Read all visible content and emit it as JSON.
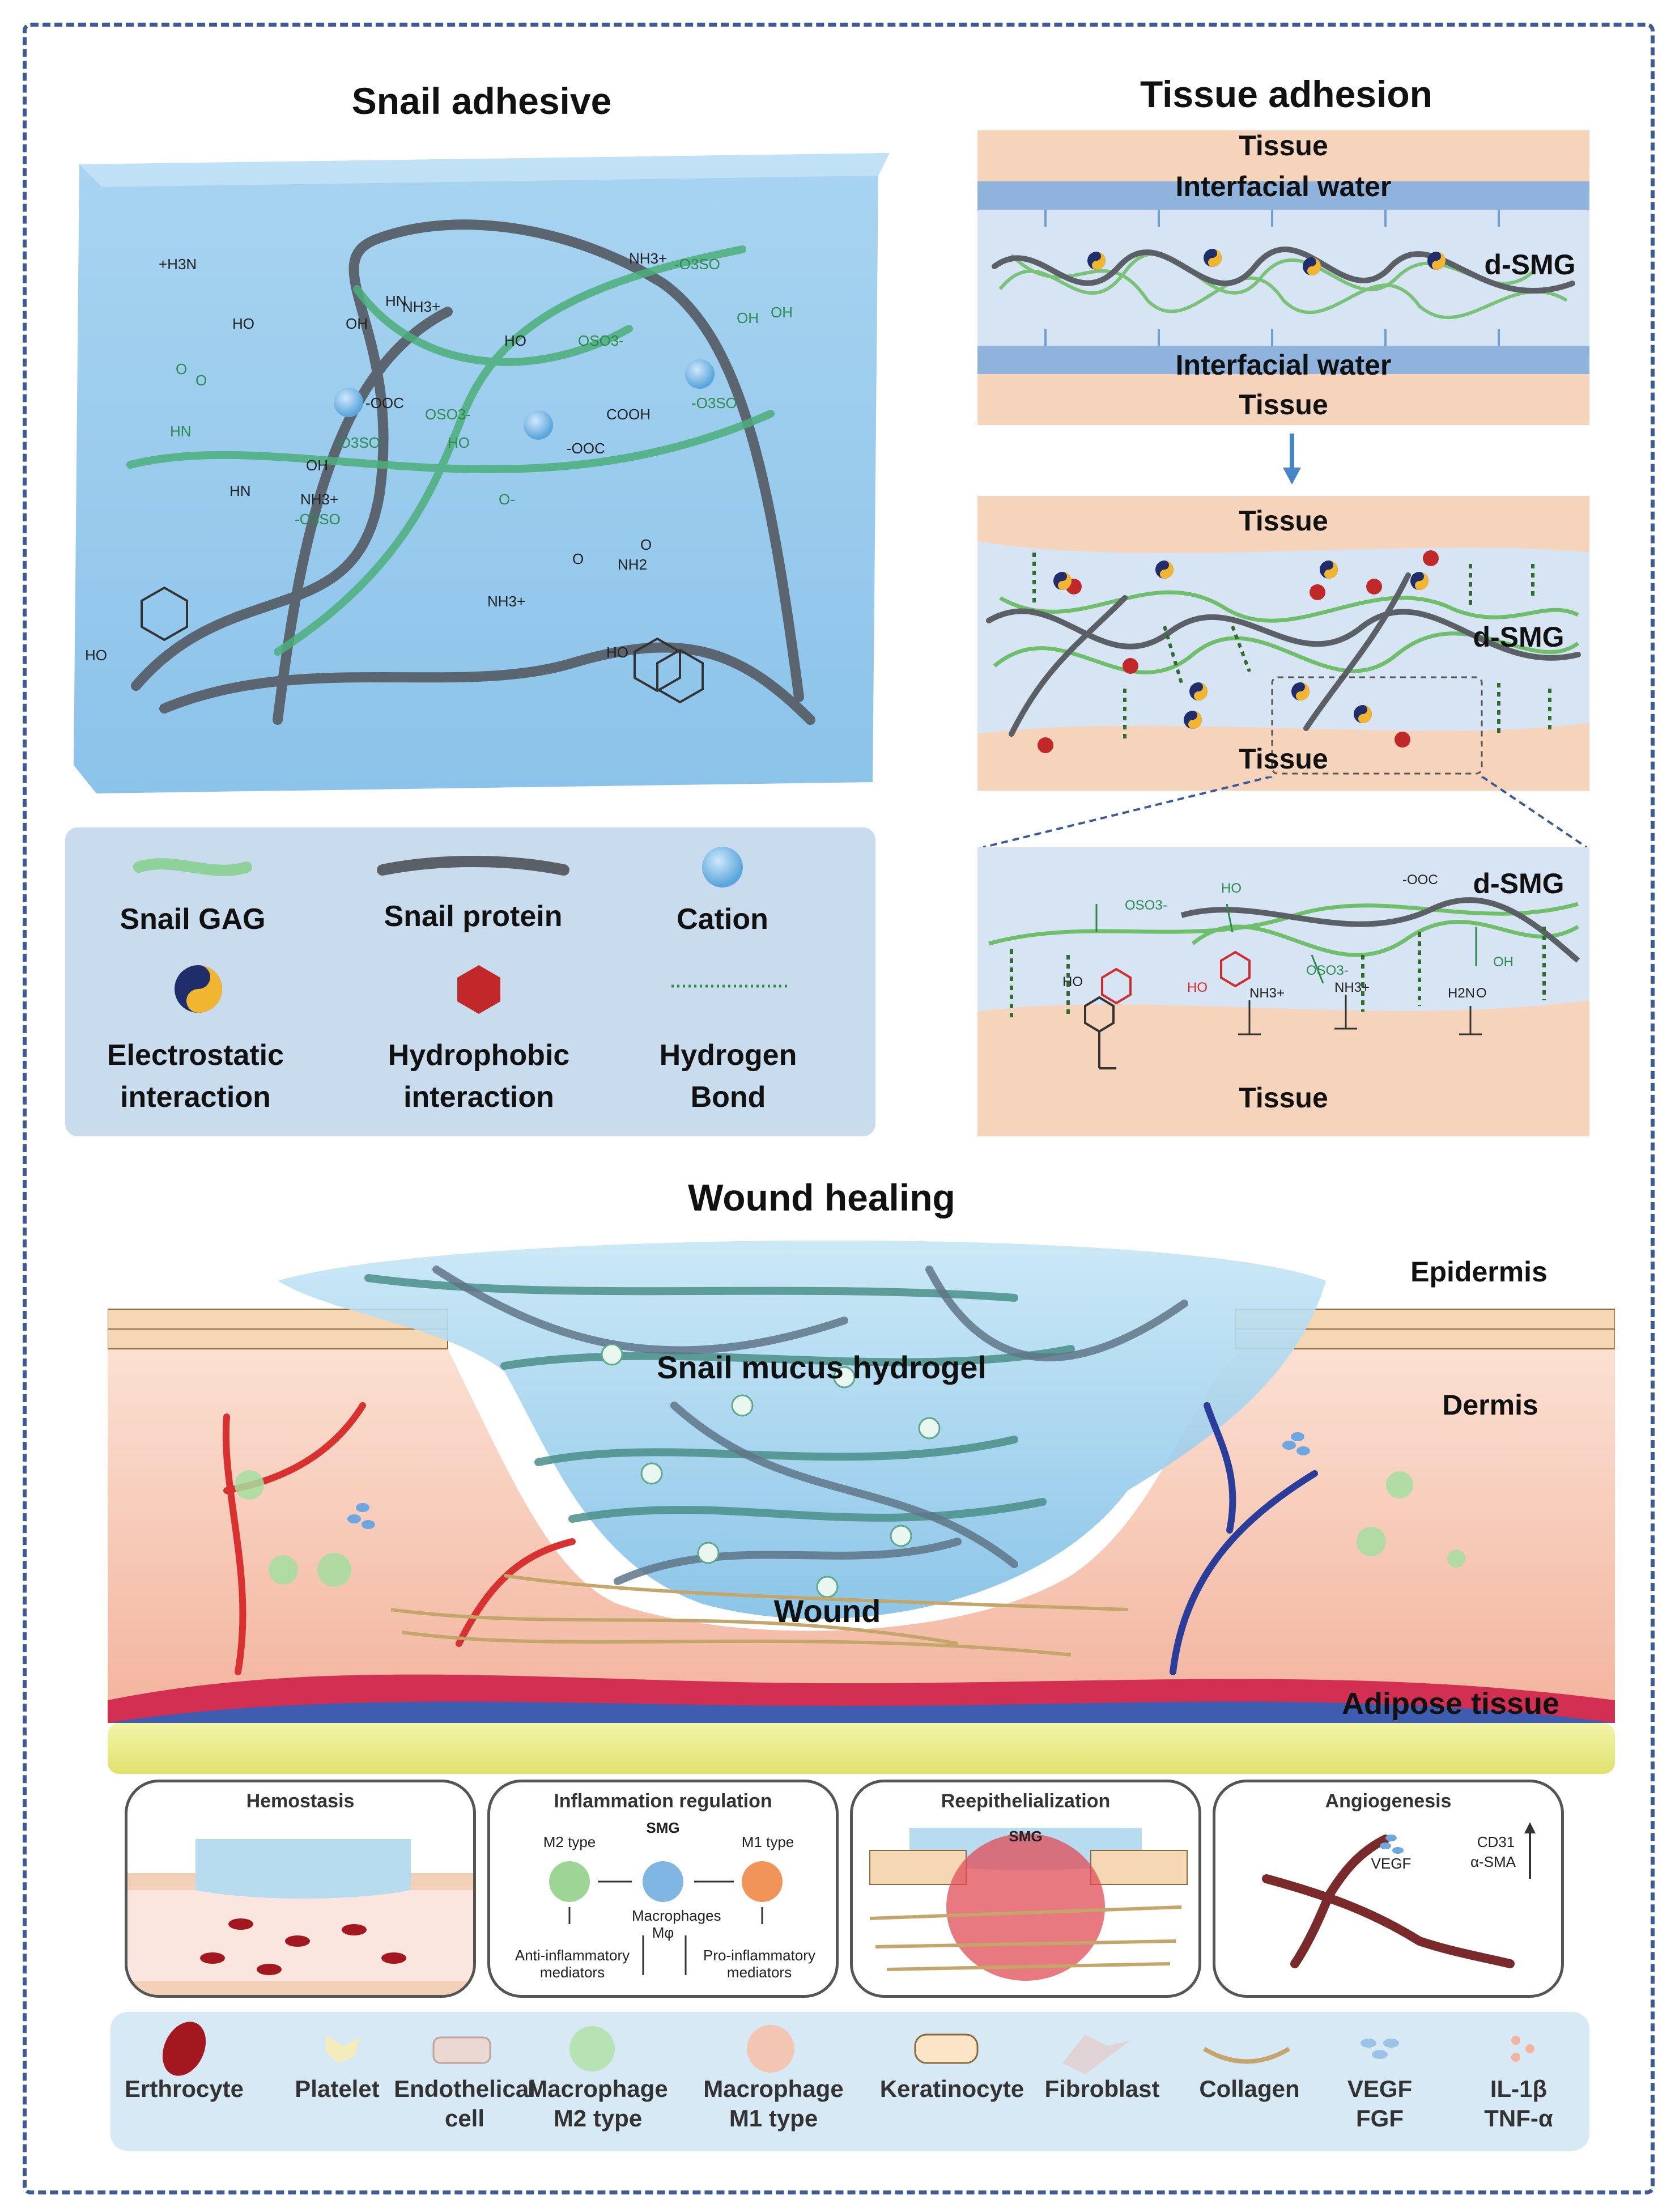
{
  "titles": {
    "snail_adhesive": "Snail adhesive",
    "tissue_adhesion": "Tissue adhesion",
    "wound_healing": "Wound healing"
  },
  "chem_labels": [
    "+H3N",
    "NH3+",
    "-O3SO",
    "HN",
    "NH3+",
    "OH",
    "HO",
    "OH",
    "O",
    "HO",
    "-OOC",
    "OSO3-",
    "OSO3-",
    "-O3SO",
    "COOH",
    "-OOC",
    "-O3SO",
    "HO",
    "O-",
    "O",
    "NH2",
    "NH3+",
    "HN",
    "NH3+",
    "-O3SO",
    "HO",
    "HO",
    "OH",
    "HN",
    "O",
    "OH",
    "O"
  ],
  "legend": {
    "gag": "Snail GAG",
    "protein": "Snail protein",
    "cation": "Cation",
    "electrostatic": [
      "Electrostatic",
      "interaction"
    ],
    "hydrophobic": [
      "Hydrophobic",
      "interaction"
    ],
    "hbond": [
      "Hydrogen",
      "Bond"
    ]
  },
  "tissue_adhesion": {
    "p1": {
      "tissue_top": "Tissue",
      "water_top": "Interfacial water",
      "dsmg": "d-SMG",
      "water_bottom": "Interfacial water",
      "tissue_bottom": "Tissue"
    },
    "p2": {
      "tissue_top": "Tissue",
      "dsmg": "d-SMG",
      "tissue_bottom": "Tissue"
    },
    "p3": {
      "dsmg": "d-SMG",
      "tissue": "Tissue",
      "chem": [
        "OSO3-",
        "HO",
        "-OOC",
        "OSO3-",
        "OH",
        "HO",
        "HO",
        "NH3+",
        "NH3+",
        "H2N",
        "O"
      ]
    }
  },
  "wound": {
    "epidermis": "Epidermis",
    "dermis": "Dermis",
    "hydrogel": "Snail mucus hydrogel",
    "wound": "Wound",
    "adipose": "Adipose tissue"
  },
  "stages": {
    "hemostasis": {
      "title": "Hemostasis"
    },
    "inflammation": {
      "title": "Inflammation regulation",
      "smg": "SMG",
      "m2": "M2 type",
      "m1": "M1 type",
      "macrophages": "Macrophages",
      "mphi": "Mφ",
      "anti": [
        "Anti-inflammatory",
        "mediators"
      ],
      "pro": [
        "Pro-inflammatory",
        "mediators"
      ]
    },
    "reepithelialization": {
      "title": "Reepithelialization",
      "smg": "SMG"
    },
    "angiogenesis": {
      "title": "Angiogenesis",
      "vegf": "VEGF",
      "cd31": "CD31",
      "asma": "α-SMA"
    }
  },
  "cell_legend": [
    [
      "Erthrocyte"
    ],
    [
      "Platelet"
    ],
    [
      "Endothelical",
      "cell"
    ],
    [
      "Macrophage",
      "M2 type"
    ],
    [
      "Macrophage",
      "M1 type"
    ],
    [
      "Keratinocyte"
    ],
    [
      "Fibroblast"
    ],
    [
      "Collagen"
    ],
    [
      "VEGF",
      "FGF"
    ],
    [
      "IL-1β",
      "TNF-α"
    ]
  ]
}
